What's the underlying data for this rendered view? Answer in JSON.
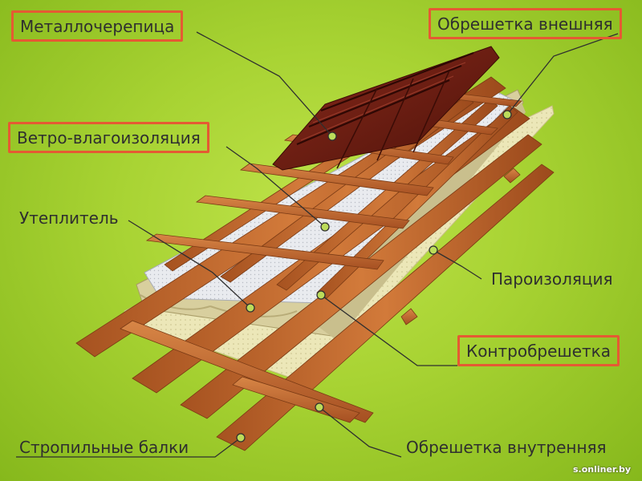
{
  "labels": {
    "metal_tile": "Металлочерепица",
    "outer_battens": "Обрешетка внешняя",
    "wind_moisture_barrier": "Ветро-влагоизоляция",
    "insulation": "Утеплитель",
    "vapor_barrier": "Пароизоляция",
    "counter_battens": "Контробрешетка",
    "rafters": "Стропильные балки",
    "inner_battens": "Обрешетка внутренняя"
  },
  "watermark": "s.onliner.by",
  "colors": {
    "background": "#a8d333",
    "highlight_border": "#e55a33",
    "text": "#2f2f2f",
    "wood": "#c56a30",
    "tile": "#6a1d14",
    "membrane": "#e6e8ec",
    "insulation": "#d9cfa0",
    "vapor_film": "#ebe6b8"
  }
}
